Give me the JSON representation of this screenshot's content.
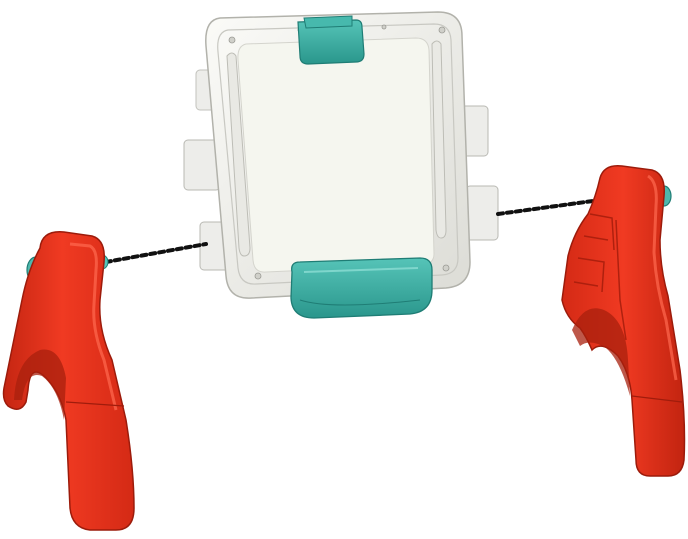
{
  "diagram": {
    "type": "assembly-exploded-view",
    "parts": [
      {
        "id": "board",
        "icon": "white-board-with-teal-clips"
      },
      {
        "id": "left-leg",
        "icon": "red-leg-left"
      },
      {
        "id": "right-leg",
        "icon": "red-leg-right"
      },
      {
        "id": "left-connector",
        "icon": "dashed-assembly-line"
      },
      {
        "id": "right-connector",
        "icon": "dashed-assembly-line"
      }
    ],
    "colors": {
      "leg": "#e8321f",
      "leg_shadow": "#b8200f",
      "leg_highlight": "#ff5a3f",
      "board": "#f1f1ee",
      "board_edge": "#c9c9c4",
      "board_face": "#f4f5ef",
      "clip": "#3fb3a8",
      "clip_dark": "#238a81",
      "dash": "#111111"
    }
  }
}
